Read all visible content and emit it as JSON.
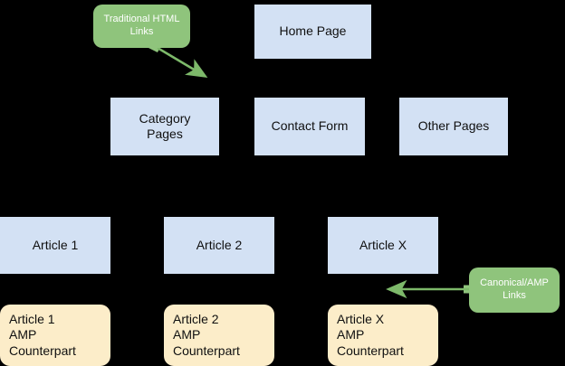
{
  "diagram": {
    "title": "AMP site structure diagram",
    "background_color": "#000000",
    "palette": {
      "page_box_fill": "#d3e1f4",
      "amp_box_fill": "#fcedc9",
      "callout_fill": "#8fc47c",
      "callout_text": "#ffffff",
      "edge_color": "#7db96a",
      "box_text": "#101010"
    },
    "callouts": [
      {
        "id": "traditional-html-links",
        "label": "Traditional HTML\nLinks"
      },
      {
        "id": "canonical-amp-links",
        "label": "Canonical/AMP\nLinks"
      }
    ],
    "page_nodes": [
      {
        "id": "home-page",
        "label": "Home Page"
      },
      {
        "id": "category-pages",
        "label": "Category\nPages"
      },
      {
        "id": "contact-form",
        "label": "Contact Form"
      },
      {
        "id": "other-pages",
        "label": "Other Pages"
      },
      {
        "id": "article-1",
        "label": "Article 1"
      },
      {
        "id": "article-2",
        "label": "Article 2"
      },
      {
        "id": "article-x",
        "label": "Article X"
      }
    ],
    "amp_nodes": [
      {
        "id": "article-1-amp",
        "label": "Article 1\nAMP\nCounterpart"
      },
      {
        "id": "article-2-amp",
        "label": "Article 2\nAMP\nCounterpart"
      },
      {
        "id": "article-x-amp",
        "label": "Article X\nAMP\nCounterpart"
      }
    ],
    "edges": [
      {
        "id": "edge-traditional-links",
        "from": "traditional-html-links",
        "to": "category-pages",
        "direction": "down-right"
      },
      {
        "id": "edge-canonical-links",
        "from": "canonical-amp-links",
        "to": "article-x-amp",
        "direction": "left"
      }
    ]
  }
}
